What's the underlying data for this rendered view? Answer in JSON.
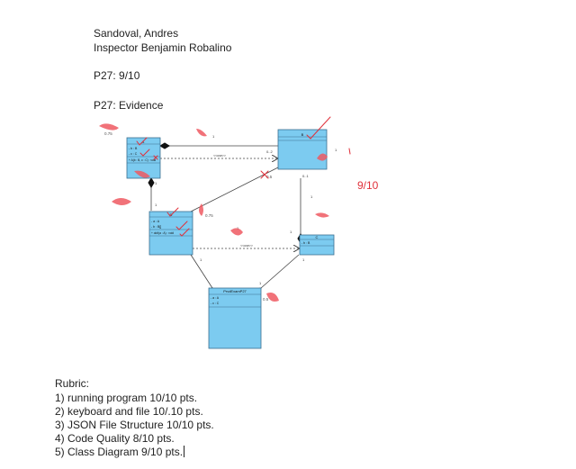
{
  "header": {
    "student_name": "Sandoval, Andres",
    "inspector": "Inspector Benjamin Robalino",
    "score_line": "P27: 9/10",
    "evidence_title": "P27: Evidence"
  },
  "diagram": {
    "colors": {
      "box_fill": "#7ccbf0",
      "box_stroke": "#3a6f90",
      "annotation": "#e0303a",
      "line": "#444444"
    },
    "grade_annotation": "9/10",
    "score_annotations": [
      "0.75",
      "0.75",
      "0.5",
      "0.5"
    ],
    "multiplicity": [
      "1",
      "1",
      "0..2",
      "0..1",
      "1",
      "1",
      "1",
      "1",
      "1",
      "1",
      "1",
      "1"
    ],
    "stereotype_labels": [
      "<<use>>",
      "<<use>>"
    ],
    "classes": {
      "class_a": {
        "name": "A",
        "attributes": [
          "- b : B",
          "- c : C"
        ],
        "operations": [
          "+ A(b : B, c : C) : void"
        ]
      },
      "class_b": {
        "name": "B"
      },
      "class_c": {
        "name": "C",
        "attributes": [
          "- b : B"
        ]
      },
      "class_d": {
        "name": "D",
        "attributes": [
          "- a : A",
          "- b : B[]"
        ],
        "operations": [
          "+ doIt(a : A) : void"
        ]
      },
      "main_class": {
        "name": "PrvdExamP27",
        "attributes": [
          "- a : A",
          "- c : C"
        ]
      }
    }
  },
  "rubric": {
    "title": "Rubric:",
    "items": [
      "1) running program 10/10 pts.",
      "2) keyboard and file 10/.10 pts.",
      "3) JSON File Structure 10/10 pts.",
      "4) Code Quality 8/10 pts.",
      "5) Class Diagram 9/10 pts."
    ]
  }
}
